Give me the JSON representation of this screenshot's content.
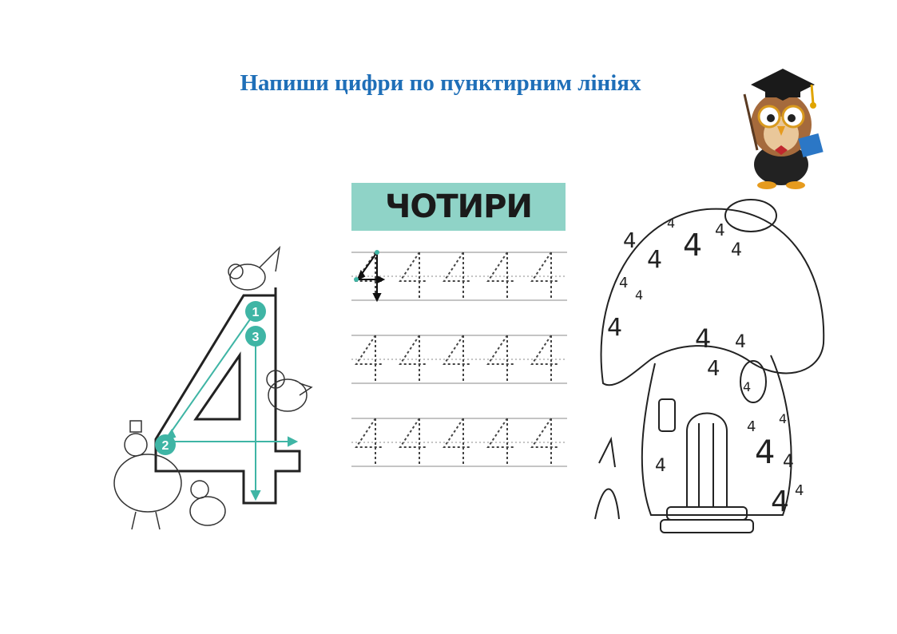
{
  "worksheet": {
    "title": "Напиши цифри по пунктирним лініях",
    "number_word": "ЧОТИРИ",
    "digit": "4",
    "stroke_steps": [
      "1",
      "2",
      "3"
    ],
    "accent_color": "#1f6fb8",
    "banner_color": "#8fd3c7",
    "teal_color": "#3fb5a5"
  }
}
